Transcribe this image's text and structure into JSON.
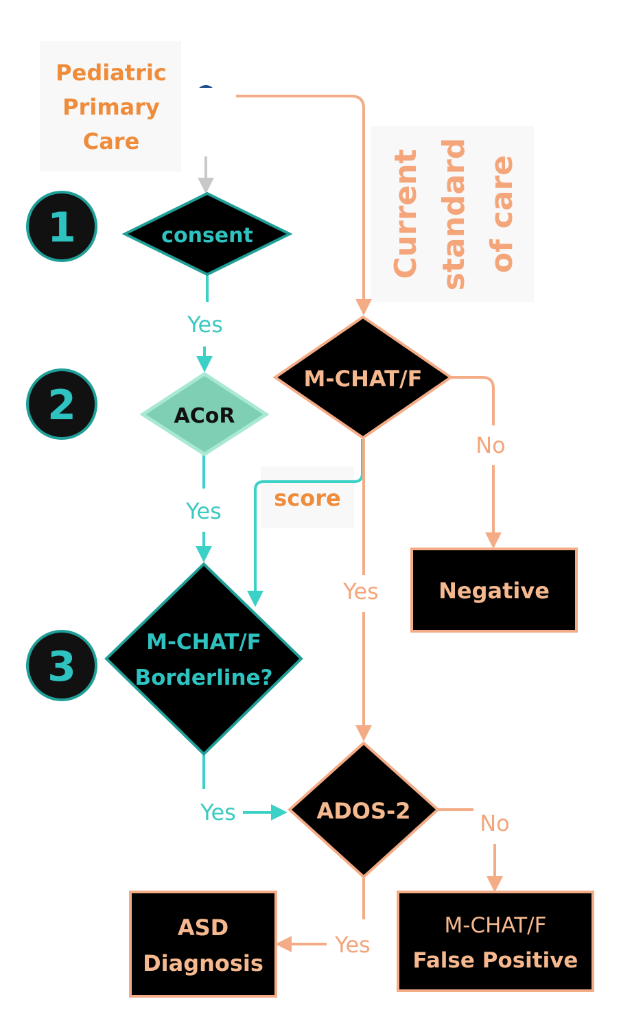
{
  "nodes": {
    "source": {
      "lines": [
        "Pediatric",
        "Primary",
        "Care"
      ]
    },
    "current_standard": {
      "lines": [
        "Current",
        "standard",
        "of care"
      ]
    },
    "consent": "consent",
    "acor": "ACoR",
    "mchat_borderline": {
      "lines": [
        "M-CHAT/F",
        "Borderline?"
      ]
    },
    "mchat_main": "M-CHAT/F",
    "ados": "ADOS-2",
    "negative": "Negative",
    "asd": {
      "lines": [
        "ASD",
        "Diagnosis"
      ]
    },
    "false_positive": {
      "lines": [
        "M-CHAT/F",
        "False Positive"
      ]
    },
    "score": "score"
  },
  "steps": [
    "1",
    "2",
    "3"
  ],
  "edge_labels": {
    "consent_yes": "Yes",
    "acor_yes": "Yes",
    "borderline_yes": "Yes",
    "mchat_yes": "Yes",
    "mchat_no": "No",
    "ados_yes": "Yes",
    "ados_no": "No"
  },
  "colors": {
    "orange_text": "#ee8c3c",
    "salmon": "#f4ac86",
    "teal": "#3bd1c7",
    "teal_dark": "#1f9f97",
    "acor_fill": "#7fcfb4",
    "black": "#000000"
  }
}
